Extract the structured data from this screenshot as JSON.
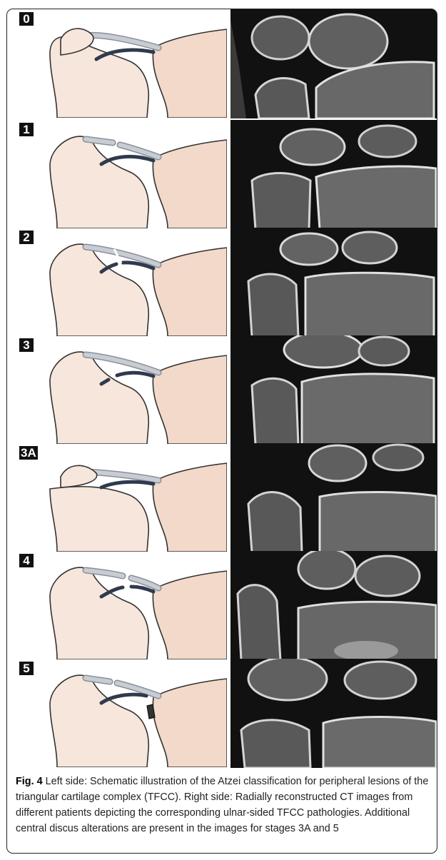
{
  "figure": {
    "stages": [
      {
        "label": "0"
      },
      {
        "label": "1"
      },
      {
        "label": "2"
      },
      {
        "label": "3"
      },
      {
        "label": "3A"
      },
      {
        "label": "4"
      },
      {
        "label": "5"
      }
    ],
    "caption": {
      "label": "Fig. 4",
      "text": " Left side: Schematic illustration of the Atzei classification for peripheral lesions of the triangular cartilage complex (TFCC). Right side: Radially reconstructed CT images from different patients depicting the corresponding ulnar-sided TFCC pathologies. Additional central discus alterations are present in the images for stages 3A and 5"
    }
  }
}
